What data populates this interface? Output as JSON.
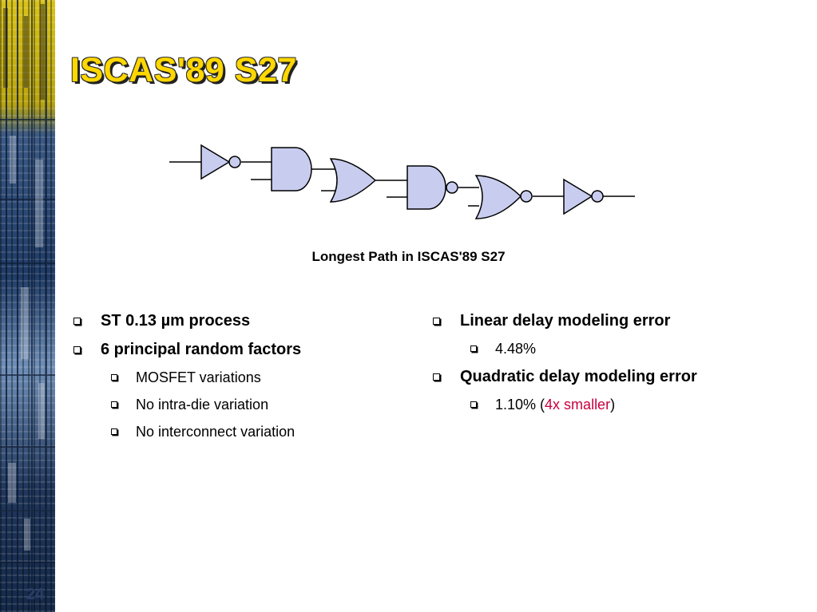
{
  "slide": {
    "title": "ISCAS'89 S27",
    "page_number": "24"
  },
  "figure": {
    "caption": "Longest Path in ISCAS'89 S27",
    "gates": [
      "inverter",
      "and",
      "or",
      "nand",
      "nor",
      "inverter"
    ]
  },
  "left_column": {
    "items": [
      {
        "label": "ST 0.13 µm process",
        "level": 1
      },
      {
        "label": "6 principal random factors",
        "level": 1
      },
      {
        "label": "MOSFET variations",
        "level": 2
      },
      {
        "label": "No intra-die variation",
        "level": 2
      },
      {
        "label": "No interconnect variation",
        "level": 2
      }
    ]
  },
  "right_column": {
    "linear_label": "Linear delay modeling error",
    "linear_value": "4.48%",
    "quadratic_label": "Quadratic delay modeling error",
    "quadratic_value_prefix": "1.10% (",
    "quadratic_value_highlight": "4x smaller",
    "quadratic_value_suffix": ")"
  },
  "colors": {
    "title": "#ffd700",
    "gate_fill": "#c8cdf0",
    "highlight": "#c8003c"
  }
}
